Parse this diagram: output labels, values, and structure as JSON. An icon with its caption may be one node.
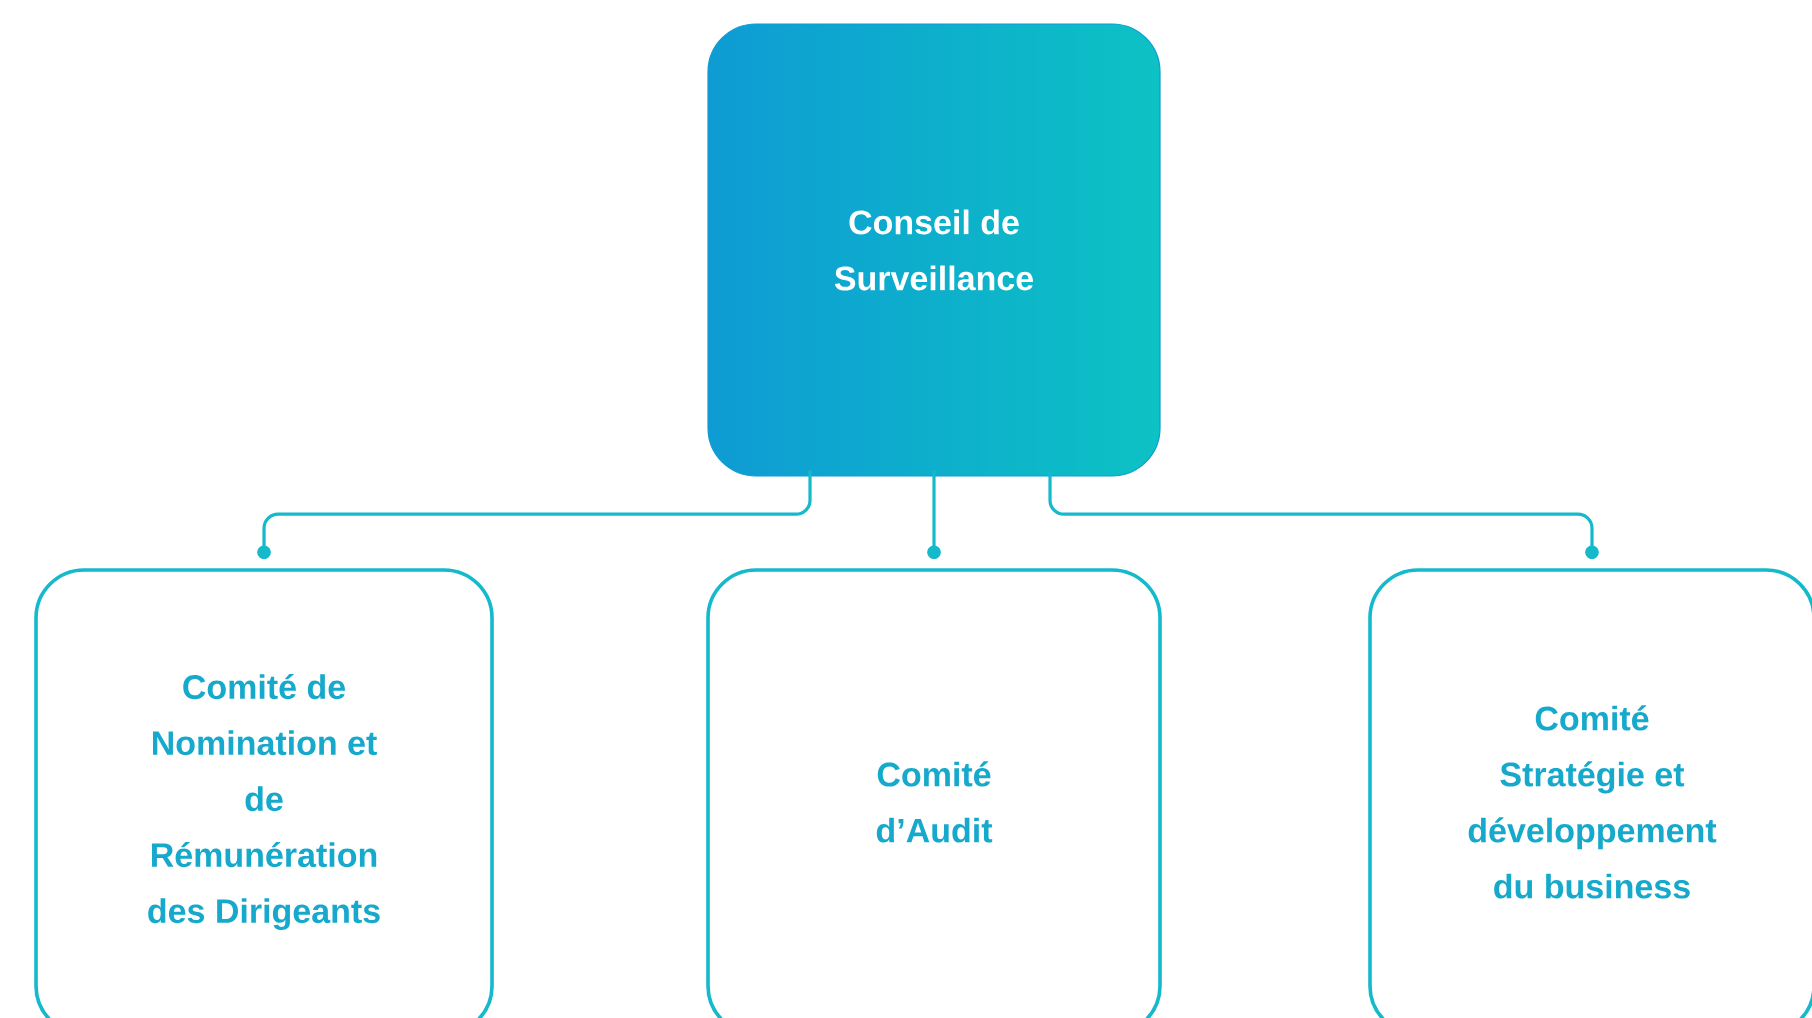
{
  "diagram": {
    "nodes": [
      {
        "text": [
          "Conseil de Surveillance"
        ]
      },
      {
        "text": [
          "Comité de Nomination et de Rémunération des Dirigeants"
        ]
      },
      {
        "text": [
          "Comité d’Audit"
        ]
      },
      {
        "text": [
          "Comité Stratégie et développement du business"
        ]
      }
    ],
    "edges": [
      {
        "from": 0,
        "to": 1,
        "arrow": "other"
      },
      {
        "from": 0,
        "to": 2,
        "arrow": "other"
      },
      {
        "from": 0,
        "to": 3,
        "arrow": "other"
      }
    ]
  }
}
